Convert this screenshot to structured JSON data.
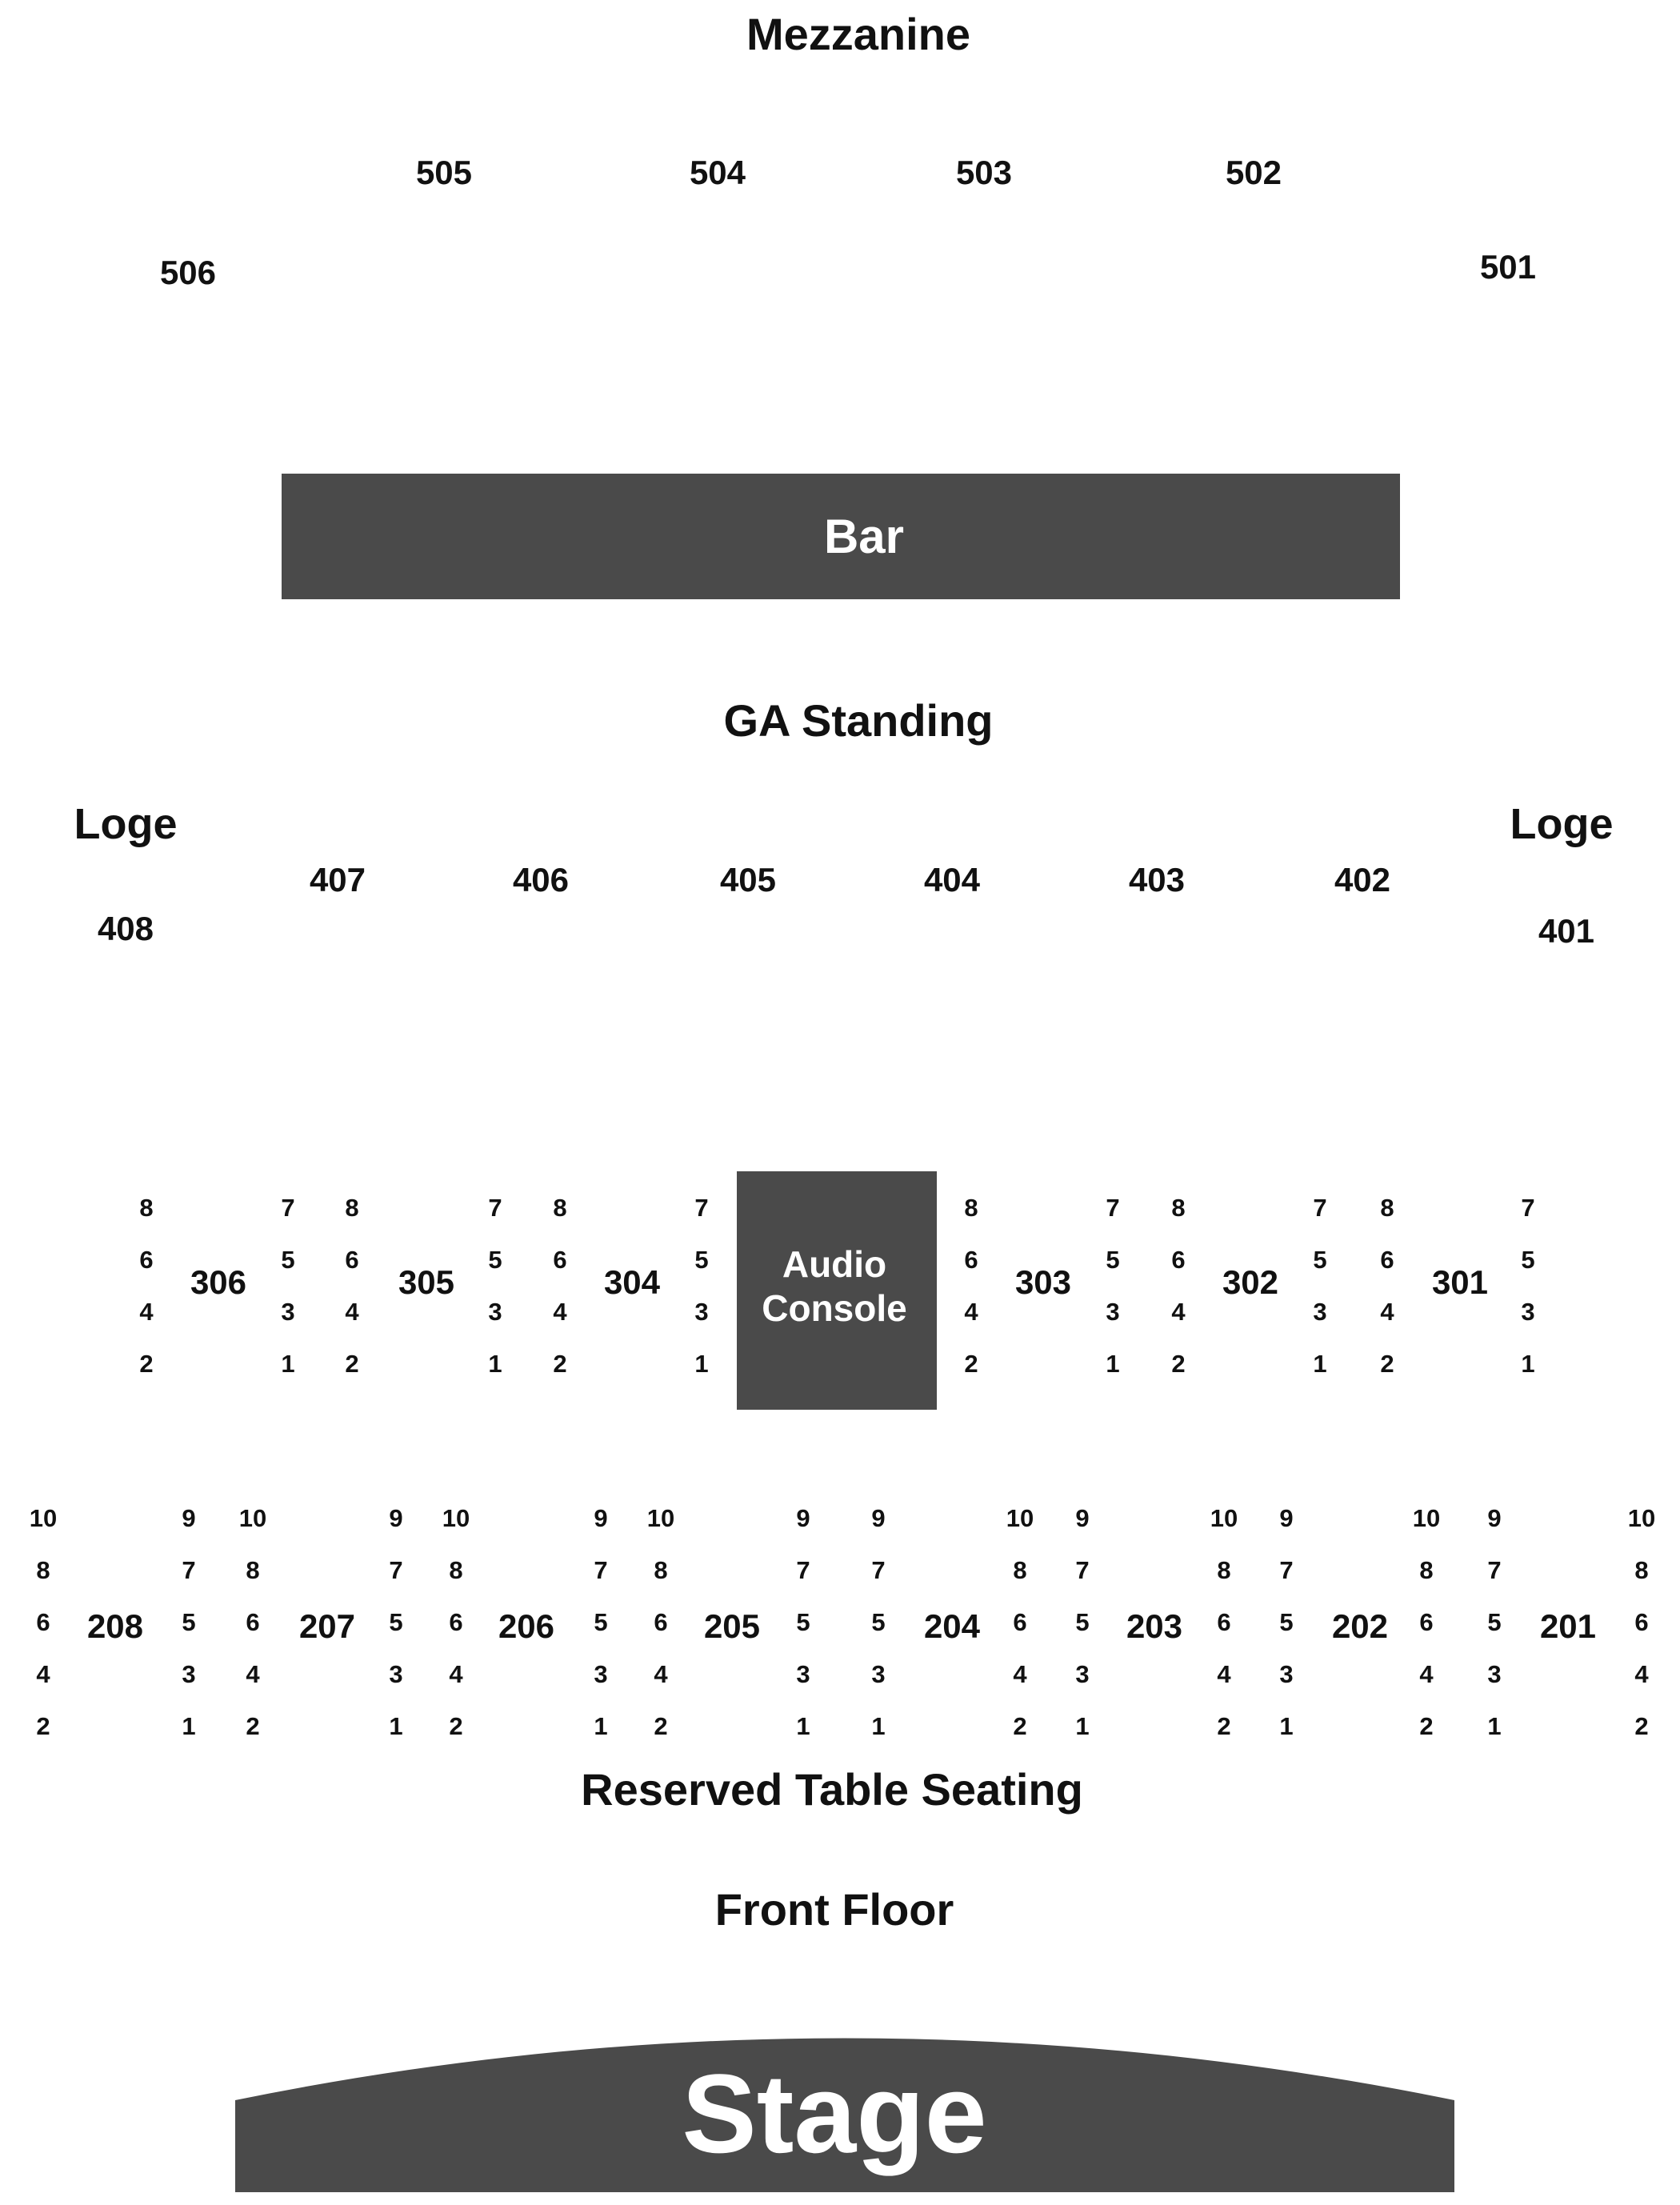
{
  "areas": {
    "mezzanine": "Mezzanine",
    "ga_standing": "GA Standing",
    "loge_left": "Loge",
    "loge_right": "Loge",
    "reserved_table_seating": "Reserved Table Seating",
    "front_floor": "Front Floor"
  },
  "blocks": {
    "bar": "Bar",
    "audio_console_line1": "Audio",
    "audio_console_line2": "Console",
    "stage": "Stage"
  },
  "mezzanine_sections": [
    "506",
    "505",
    "504",
    "503",
    "502",
    "501"
  ],
  "loge_sections": [
    "408",
    "407",
    "406",
    "405",
    "404",
    "403",
    "402",
    "401"
  ],
  "tier300": [
    {
      "section": "306",
      "left_rows": [
        "8",
        "6",
        "4",
        "2"
      ],
      "right_rows": [
        "7",
        "5",
        "3",
        "1"
      ]
    },
    {
      "section": "305",
      "left_rows": [
        "8",
        "6",
        "4",
        "2"
      ],
      "right_rows": [
        "7",
        "5",
        "3",
        "1"
      ]
    },
    {
      "section": "304",
      "left_rows": [
        "8",
        "6",
        "4",
        "2"
      ],
      "right_rows": [
        "7",
        "5",
        "3",
        "1"
      ]
    },
    {
      "section": "303",
      "left_rows": [
        "8",
        "6",
        "4",
        "2"
      ],
      "right_rows": [
        "7",
        "5",
        "3",
        "1"
      ]
    },
    {
      "section": "302",
      "left_rows": [
        "8",
        "6",
        "4",
        "2"
      ],
      "right_rows": [
        "7",
        "5",
        "3",
        "1"
      ]
    },
    {
      "section": "301",
      "left_rows": [
        "8",
        "6",
        "4",
        "2"
      ],
      "right_rows": [
        "7",
        "5",
        "3",
        "1"
      ]
    }
  ],
  "tier200": [
    {
      "section": "208",
      "left_rows": [
        "10",
        "8",
        "6",
        "4",
        "2"
      ],
      "right_rows": [
        "9",
        "7",
        "5",
        "3",
        "1"
      ]
    },
    {
      "section": "207",
      "left_rows": [
        "10",
        "8",
        "6",
        "4",
        "2"
      ],
      "right_rows": [
        "9",
        "7",
        "5",
        "3",
        "1"
      ]
    },
    {
      "section": "206",
      "left_rows": [
        "10",
        "8",
        "6",
        "4",
        "2"
      ],
      "right_rows": [
        "9",
        "7",
        "5",
        "3",
        "1"
      ]
    },
    {
      "section": "205",
      "left_rows": [
        "10",
        "8",
        "6",
        "4",
        "2"
      ],
      "right_rows": [
        "9",
        "7",
        "5",
        "3",
        "1"
      ]
    },
    {
      "section": "204",
      "left_rows": [
        "9",
        "7",
        "5",
        "3",
        "1"
      ],
      "right_rows": [
        "10",
        "8",
        "6",
        "4",
        "2"
      ]
    },
    {
      "section": "203",
      "left_rows": [
        "9",
        "7",
        "5",
        "3",
        "1"
      ],
      "right_rows": [
        "10",
        "8",
        "6",
        "4",
        "2"
      ]
    },
    {
      "section": "202",
      "left_rows": [
        "9",
        "7",
        "5",
        "3",
        "1"
      ],
      "right_rows": [
        "10",
        "8",
        "6",
        "4",
        "2"
      ]
    },
    {
      "section": "201",
      "left_rows": [
        "9",
        "7",
        "5",
        "3",
        "1"
      ],
      "right_rows": [
        "10",
        "8",
        "6",
        "4",
        "2"
      ]
    }
  ],
  "colors": {
    "block_fill": "#4a4a4a",
    "text": "#111111",
    "block_text": "#ffffff",
    "background": "#ffffff"
  }
}
